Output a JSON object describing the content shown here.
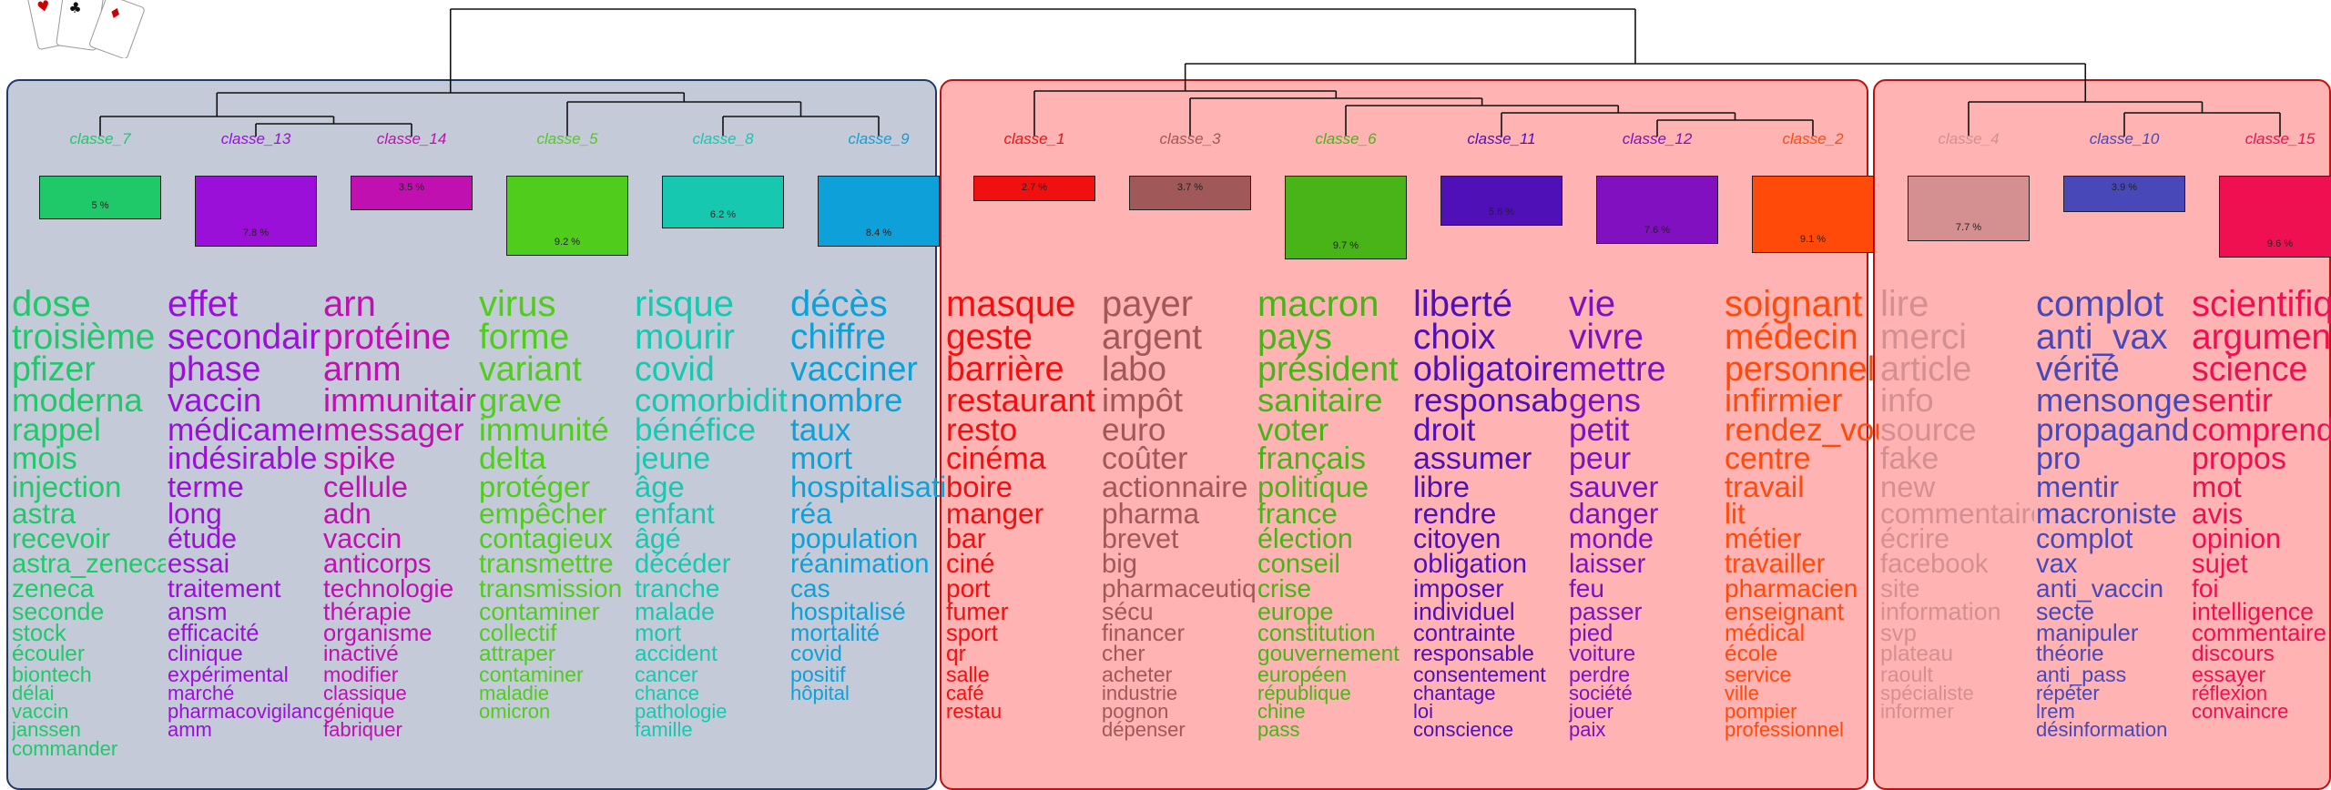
{
  "groups": [
    {
      "name": "blue",
      "border": "#1f3a68",
      "fill": "#c5cad9"
    },
    {
      "name": "red",
      "border": "#c01010",
      "fill": "#ffb3b3"
    },
    {
      "name": "red2",
      "border": "#c01010",
      "fill": "#ffb3b3"
    }
  ],
  "classes": [
    {
      "id": "classe 7",
      "label": "classe_7",
      "color": "#1fc96a",
      "pct": "5 %",
      "weight": 5,
      "words": [
        "dose",
        "troisième",
        "pfizer",
        "moderna",
        "rappel",
        "mois",
        "injection",
        "astra",
        "recevoir",
        "astra_zeneca",
        "zeneca",
        "seconde",
        "stock",
        "écouler",
        "biontech",
        "délai",
        "vaccin",
        "janssen",
        "commander"
      ]
    },
    {
      "id": "classe 13",
      "label": "classe_13",
      "color": "#9a10d8",
      "pct": "7.8 %",
      "weight": 7.8,
      "words": [
        "effet",
        "secondaire",
        "phase",
        "vaccin",
        "médicament",
        "indésirable",
        "terme",
        "long",
        "étude",
        "essai",
        "traitement",
        "ansm",
        "efficacité",
        "clinique",
        "expérimental",
        "marché",
        "pharmacovigilance",
        "amm"
      ]
    },
    {
      "id": "classe 14",
      "label": "classe_14",
      "color": "#c010b0",
      "pct": "3.5 %",
      "weight": 3.5,
      "words": [
        "arn",
        "protéine",
        "arnm",
        "immunitaire",
        "messager",
        "spike",
        "cellule",
        "adn",
        "vaccin",
        "anticorps",
        "technologie",
        "thérapie",
        "organisme",
        "inactivé",
        "modifier",
        "classique",
        "génique",
        "fabriquer"
      ]
    },
    {
      "id": "classe 5",
      "label": "classe_5",
      "color": "#4fcc1c",
      "pct": "9.2 %",
      "weight": 9.2,
      "words": [
        "virus",
        "forme",
        "variant",
        "grave",
        "immunité",
        "delta",
        "protéger",
        "empêcher",
        "contagieux",
        "transmettre",
        "transmission",
        "contaminer",
        "collectif",
        "attraper",
        "contaminer",
        "maladie",
        "omicron"
      ]
    },
    {
      "id": "classe 8",
      "label": "classe_8",
      "color": "#16c8b0",
      "pct": "6.2 %",
      "weight": 6.2,
      "words": [
        "risque",
        "mourir",
        "covid",
        "comorbidité",
        "bénéfice",
        "jeune",
        "âge",
        "enfant",
        "âgé",
        "décéder",
        "tranche",
        "malade",
        "mort",
        "accident",
        "cancer",
        "chance",
        "pathologie",
        "famille"
      ]
    },
    {
      "id": "classe 9",
      "label": "classe_9",
      "color": "#0ea0d8",
      "pct": "8.4 %",
      "weight": 8.4,
      "words": [
        "décès",
        "chiffre",
        "vacciner",
        "nombre",
        "taux",
        "mort",
        "hospitalisation",
        "réa",
        "population",
        "réanimation",
        "cas",
        "hospitalisé",
        "mortalité",
        "covid",
        "positif",
        "hôpital"
      ]
    },
    {
      "id": "classe 1",
      "label": "classe_1",
      "color": "#f01010",
      "pct": "2.7 %",
      "weight": 2.7,
      "words": [
        "masque",
        "geste",
        "barrière",
        "restaurant",
        "resto",
        "cinéma",
        "boire",
        "manger",
        "bar",
        "ciné",
        "port",
        "fumer",
        "sport",
        "qr",
        "salle",
        "café",
        "restau"
      ]
    },
    {
      "id": "classe 3",
      "label": "classe_3",
      "color": "#a05858",
      "pct": "3.7 %",
      "weight": 3.7,
      "words": [
        "payer",
        "argent",
        "labo",
        "impôt",
        "euro",
        "coûter",
        "actionnaire",
        "pharma",
        "brevet",
        "big",
        "pharmaceutique",
        "sécu",
        "financer",
        "cher",
        "acheter",
        "industrie",
        "pognon",
        "dépenser"
      ]
    },
    {
      "id": "classe 6",
      "label": "classe_6",
      "color": "#48b418",
      "pct": "9.7 %",
      "weight": 9.7,
      "words": [
        "macron",
        "pays",
        "président",
        "sanitaire",
        "voter",
        "français",
        "politique",
        "france",
        "élection",
        "conseil",
        "crise",
        "europe",
        "constitution",
        "gouvernement",
        "européen",
        "république",
        "chine",
        "pass"
      ]
    },
    {
      "id": "classe 11",
      "label": "classe_11",
      "color": "#5010b8",
      "pct": "5.6 %",
      "weight": 5.6,
      "words": [
        "liberté",
        "choix",
        "obligatoire",
        "responsabilité",
        "droit",
        "assumer",
        "libre",
        "rendre",
        "citoyen",
        "obligation",
        "imposer",
        "individuel",
        "contrainte",
        "responsable",
        "consentement",
        "chantage",
        "loi",
        "conscience"
      ]
    },
    {
      "id": "classe 12",
      "label": "classe_12",
      "color": "#8010c0",
      "pct": "7.6 %",
      "weight": 7.6,
      "words": [
        "vie",
        "vivre",
        "mettre",
        "gens",
        "petit",
        "peur",
        "sauver",
        "danger",
        "monde",
        "laisser",
        "feu",
        "passer",
        "pied",
        "voiture",
        "perdre",
        "société",
        "jouer",
        "paix"
      ]
    },
    {
      "id": "classe 2",
      "label": "classe_2",
      "color": "#ff4a0a",
      "pct": "9.1 %",
      "weight": 9.1,
      "words": [
        "soignant",
        "médecin",
        "personnel",
        "infirmier",
        "rendez_vous",
        "centre",
        "travail",
        "lit",
        "métier",
        "travailler",
        "pharmacien",
        "enseignant",
        "médical",
        "école",
        "service",
        "ville",
        "pompier",
        "professionnel"
      ]
    },
    {
      "id": "classe 4",
      "label": "classe_4",
      "color": "#d49090",
      "pct": "7.7 %",
      "weight": 7.7,
      "words": [
        "lire",
        "merci",
        "article",
        "info",
        "source",
        "fake",
        "new",
        "commentaire",
        "écrire",
        "facebook",
        "site",
        "information",
        "svp",
        "plateau",
        "raoult",
        "spécialiste",
        "informer"
      ]
    },
    {
      "id": "classe 10",
      "label": "classe_10",
      "color": "#4848b8",
      "pct": "3.9 %",
      "weight": 3.9,
      "words": [
        "complot",
        "anti_vax",
        "vérité",
        "mensonge",
        "propagande",
        "pro",
        "mentir",
        "macroniste",
        "complot",
        "vax",
        "anti_vaccin",
        "secte",
        "manipuler",
        "théorie",
        "anti_pass",
        "répéter",
        "lrem",
        "désinformation"
      ]
    },
    {
      "id": "classe 15",
      "label": "classe_15",
      "color": "#ee1050",
      "pct": "9.6 %",
      "weight": 9.6,
      "words": [
        "scientifique",
        "argument",
        "science",
        "sentir",
        "comprendre",
        "propos",
        "mot",
        "avis",
        "opinion",
        "sujet",
        "foi",
        "intelligence",
        "commentaire",
        "discours",
        "essayer",
        "réflexion",
        "convaincre"
      ]
    }
  ]
}
